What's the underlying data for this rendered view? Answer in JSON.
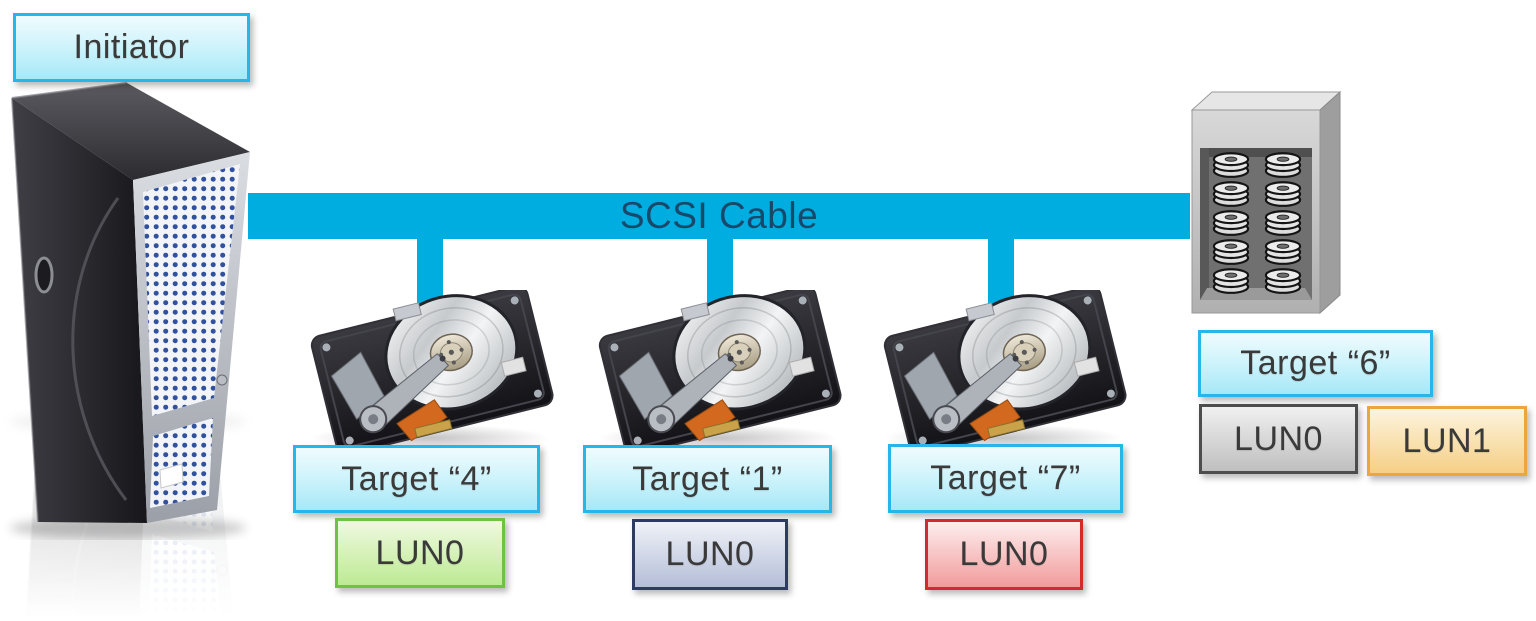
{
  "initiator": {
    "label": "Initiator"
  },
  "cable": {
    "label": "SCSI Cable"
  },
  "targets": [
    {
      "label": "Target “4”",
      "luns": [
        {
          "label": "LUN0",
          "theme": "green"
        }
      ]
    },
    {
      "label": "Target “1”",
      "luns": [
        {
          "label": "LUN0",
          "theme": "navy"
        }
      ]
    },
    {
      "label": "Target “7”",
      "luns": [
        {
          "label": "LUN0",
          "theme": "red"
        }
      ]
    },
    {
      "label": "Target “6”",
      "luns": [
        {
          "label": "LUN0",
          "theme": "gray"
        },
        {
          "label": "LUN1",
          "theme": "orange"
        }
      ]
    }
  ],
  "icons": {
    "initiator": "server-tower-icon",
    "target_disks": "hard-disk-icon",
    "storage_array": "disk-array-icon"
  },
  "colors": {
    "cable": "#00ADE0",
    "cable_text": "#17496B",
    "label_box_border": "#26B7E8",
    "label_box_fill": "#A6E8F7",
    "lun_green_border": "#6FC244",
    "lun_navy_border": "#2D3A62",
    "lun_red_border": "#D32B2B",
    "lun_gray_border": "#4D4D4D",
    "lun_orange_border": "#EBA73D"
  }
}
